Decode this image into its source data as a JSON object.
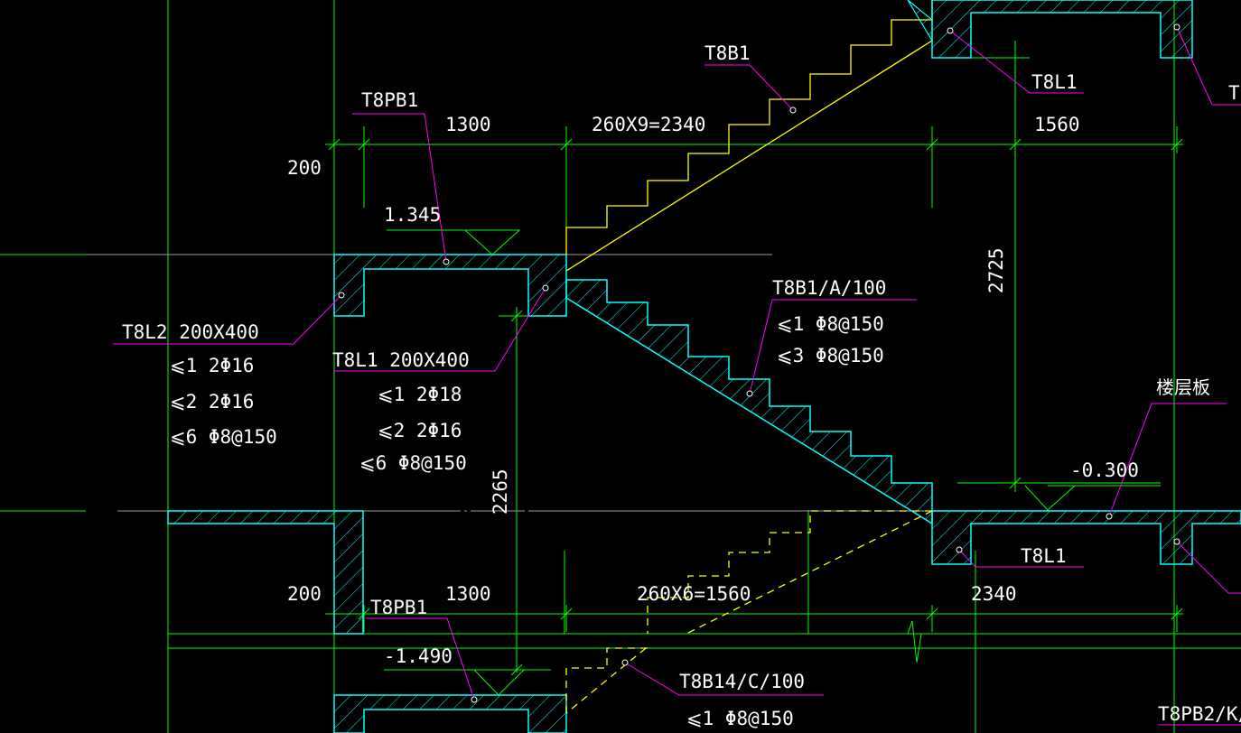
{
  "colors": {
    "background": "#000000",
    "grid": "#00ff00",
    "concrete_outline": "#00ffff",
    "stair_yellow": "#ffff00",
    "leader_magenta": "#ff00ff",
    "text": "#ffffff",
    "reference_line": "#9a9a9a"
  },
  "labels": {
    "t8b1": "T8B1",
    "t8pb1_top": "T8PB1",
    "t8l1_right_top": "T8L1",
    "right_edge_top": "T",
    "t8b1_a": "T8B1/A/100",
    "t8b1_a_r1": "⩽1  Φ8@150",
    "t8b1_a_r3": "⩽3  Φ8@150",
    "t8l2": "T8L2 200X400",
    "t8l2_r1": "⩽1  2Φ16",
    "t8l2_r2": "⩽2  2Φ16",
    "t8l2_r6": "⩽6  Φ8@150",
    "t8l1_left": "T8L1 200X400",
    "t8l1_r1": "⩽1  2Φ18",
    "t8l1_r2": "⩽2  2Φ16",
    "t8l1_r6": "⩽6  Φ8@150",
    "floor_slab": "楼层板",
    "t8l1_right_bot": "T8L1",
    "t8pb1_bot": "T8PB1",
    "t8b14": "T8B14/C/100",
    "t8b14_r1": "⩽1  Φ8@150",
    "t8pb2": "T8PB2/K/"
  },
  "dimensions": {
    "top_1300": "1300",
    "top_2340": "260X9=2340",
    "top_1560": "1560",
    "left_200_top": "200",
    "vertical_2725": "2725",
    "vertical_2265": "2265",
    "left_200_bot": "200",
    "bot_1300": "1300",
    "bot_1560": "260X6=1560",
    "bot_2340": "2340"
  },
  "elevations": {
    "landing_top": "1.345",
    "floor": "-0.300",
    "landing_bottom": "-1.490"
  }
}
